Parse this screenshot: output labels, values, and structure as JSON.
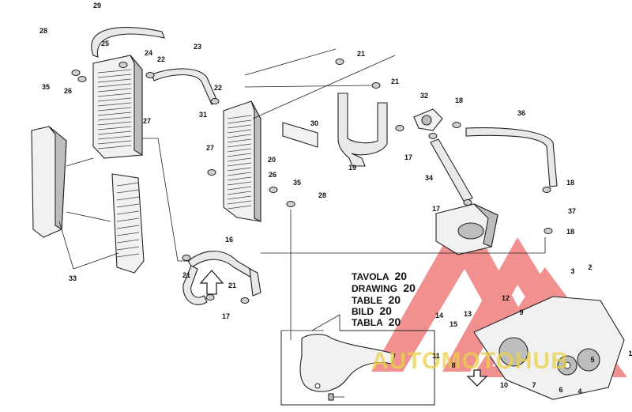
{
  "drawing_refs": [
    {
      "label": "TAVOLA",
      "number": "20"
    },
    {
      "label": "DRAWING",
      "number": "20"
    },
    {
      "label": "TABLE",
      "number": "20"
    },
    {
      "label": "BILD",
      "number": "20"
    },
    {
      "label": "TABLA",
      "number": "20"
    }
  ],
  "watermark": {
    "text": "AUTOMOTOHUB",
    "color": "#e53935",
    "text_color": "#e9d24a"
  },
  "callouts": [
    "29",
    "28",
    "25",
    "24",
    "22",
    "23",
    "35",
    "26",
    "27",
    "22",
    "31",
    "30",
    "21",
    "21",
    "32",
    "18",
    "36",
    "20",
    "27",
    "26",
    "35",
    "28",
    "19",
    "17",
    "34",
    "18",
    "17",
    "37",
    "18",
    "33",
    "16",
    "21",
    "21",
    "17",
    "3",
    "2",
    "12",
    "14",
    "15",
    "13",
    "9",
    "11",
    "8",
    "10",
    "7",
    "6",
    "4",
    "5",
    "1"
  ]
}
